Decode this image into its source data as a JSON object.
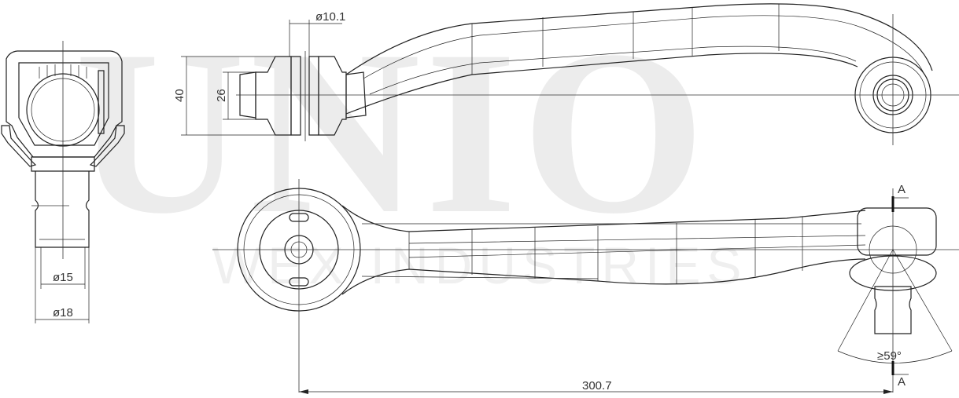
{
  "watermark": {
    "brand": "UNIO",
    "subtitle": "WEX INDUSTRIES"
  },
  "views": {
    "ball_joint_section": {
      "dimensions": {
        "inner_diameter": "ø15",
        "outer_diameter": "ø18"
      }
    },
    "bushing_section": {
      "dimensions": {
        "bore": "ø10.1",
        "outer_height": "40",
        "inner_height": "26"
      }
    },
    "top_view": {
      "dimensions": {
        "length": "300.7",
        "angle": "≥59°"
      },
      "section_markers": {
        "top": "A",
        "bottom": "A"
      }
    }
  },
  "colors": {
    "line": "#222222",
    "watermark": "#ececec",
    "background": "#ffffff"
  }
}
